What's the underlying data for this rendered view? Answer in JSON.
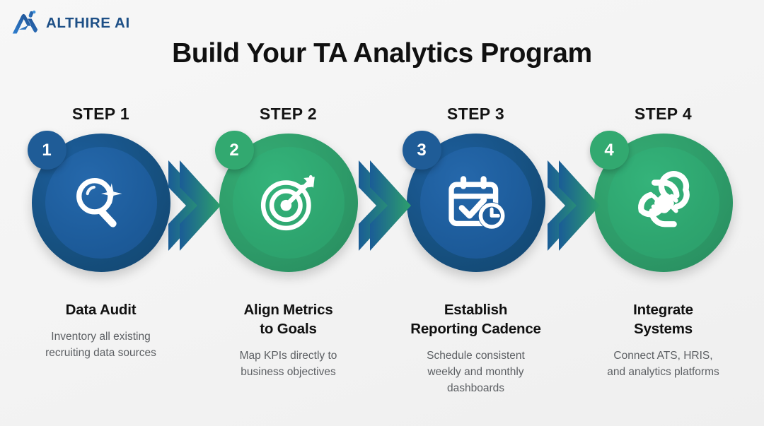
{
  "brand": {
    "name": "ALTHIRE AI",
    "logo_icon": "althire-a-logo-icon",
    "color": "#1d4f86"
  },
  "header": {
    "title": "Build Your TA Analytics Program"
  },
  "colors": {
    "background": "#f4f4f4",
    "blue_ring": "#16507f",
    "blue_inner": "#1d5c9b",
    "blue_badge": "#1f5c97",
    "green_ring": "#2d9a68",
    "green_inner": "#2ea56f",
    "green_badge": "#32a970",
    "title_text": "#101010",
    "body_text": "#5c5f63"
  },
  "steps": [
    {
      "label": "STEP 1",
      "number": "1",
      "icon": "magnifying-glass-icon",
      "theme": "blue",
      "title": "Data Audit",
      "title_lines": [
        "Data Audit"
      ],
      "description": "Inventory all existing recruiting data sources",
      "description_lines": [
        "Inventory all existing",
        "recruiting data sources"
      ]
    },
    {
      "label": "STEP 2",
      "number": "2",
      "icon": "target-bullseye-arrow-icon",
      "theme": "green",
      "title": "Align Metrics to Goals",
      "title_lines": [
        "Align Metrics",
        "to Goals"
      ],
      "description": "Map KPIs directly to business objectives",
      "description_lines": [
        "Map KPIs directly to",
        "business objectives"
      ]
    },
    {
      "label": "STEP 3",
      "number": "3",
      "icon": "calendar-check-clock-icon",
      "theme": "blue",
      "title": "Establish Reporting Cadence",
      "title_lines": [
        "Establish",
        "Reporting Cadence"
      ],
      "description": "Schedule consistent weekly and monthly dashboards",
      "description_lines": [
        "Schedule consistent",
        "weekly and monthly",
        "dashboards"
      ]
    },
    {
      "label": "STEP 4",
      "number": "4",
      "icon": "plug-link-connector-icon",
      "theme": "green",
      "title": "Integrate Systems",
      "title_lines": [
        "Integrate",
        "Systems"
      ],
      "description": "Connect ATS, HRIS, and analytics platforms",
      "description_lines": [
        "Connect ATS, HRIS,",
        "and analytics platforms"
      ]
    }
  ],
  "connectors": [
    {
      "icon": "chevron-right-icon",
      "from": "#1a5c96",
      "to": "#2da06c"
    },
    {
      "icon": "chevron-right-icon",
      "from": "#1a5c96",
      "to": "#2da06c"
    },
    {
      "icon": "chevron-right-icon",
      "from": "#1a5c96",
      "to": "#2da06c"
    }
  ]
}
